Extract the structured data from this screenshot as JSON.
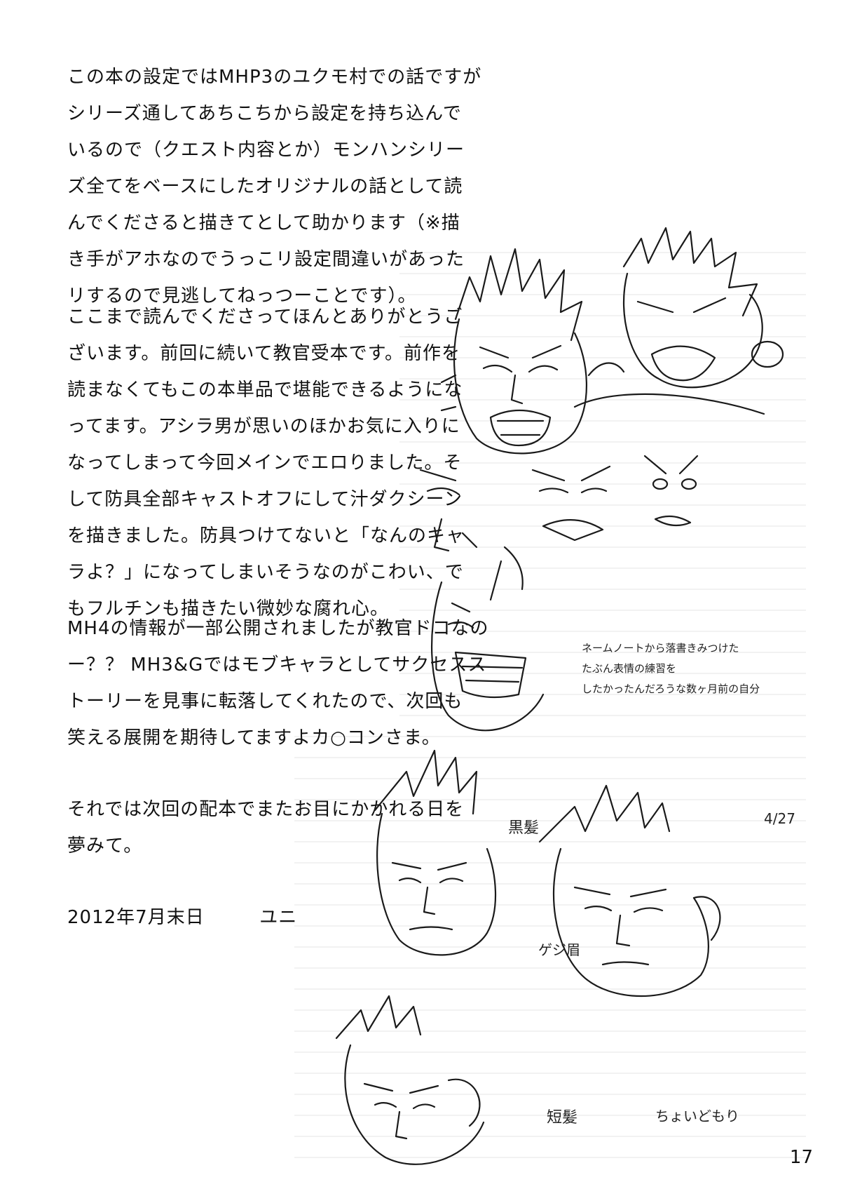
{
  "paragraphs": [
    {
      "lines": [
        "この本の設定ではMHP3のユクモ村での話ですが",
        "シリーズ通してあちこちから設定を持ち込んで",
        "いるので（クエスト内容とか）モンハンシリー",
        "ズ全てをベースにしたオリジナルの話として読",
        "んでくださると描きてとして助かります（※描",
        "き手がアホなのでうっこリ設定間違いがあった",
        "リするので見逃してねっつーことです）。"
      ]
    },
    {
      "lines": [
        "ここまで読んでくださってほんとありがとうご",
        "ざいます。前回に続いて教官受本です。前作を",
        "読まなくてもこの本単品で堪能できるようにな",
        "ってます。アシラ男が思いのほかお気に入りに",
        "なってしまって今回メインでエロりました。そ",
        "して防具全部キャストオフにして汁ダクシーン",
        "を描きました。防具つけてないと「なんのキャ",
        "ラよ？」になってしまいそうなのがこわい、で",
        "もフルチンも描きたい微妙な腐れ心。"
      ]
    },
    {
      "lines": [
        "MH4の情報が一部公開されましたが教官ドコなの",
        "ー？？ MH3&Gではモブキャラとしてサクセスス",
        "トーリーを見事に転落してくれたので、次回も",
        "笑える展開を期待してますよカ○コンさま。"
      ]
    },
    {
      "lines": [
        "それでは次回の配本でまたお目にかかれる日を",
        "夢みて。"
      ]
    }
  ],
  "signature": {
    "date": "2012年7月末日",
    "author": "ユニ"
  },
  "caption": {
    "lines": [
      "ネームノートから落書きみつけた",
      "たぶん表情の練習を",
      "したかったんだろうな数ヶ月前の自分"
    ]
  },
  "sketch_notes": {
    "hair_black": "黒髪",
    "date_note": "4/27",
    "brow": "ゲジ眉",
    "short_hair": "短髪",
    "shy": "ちょいどもり"
  },
  "page_number": "17"
}
